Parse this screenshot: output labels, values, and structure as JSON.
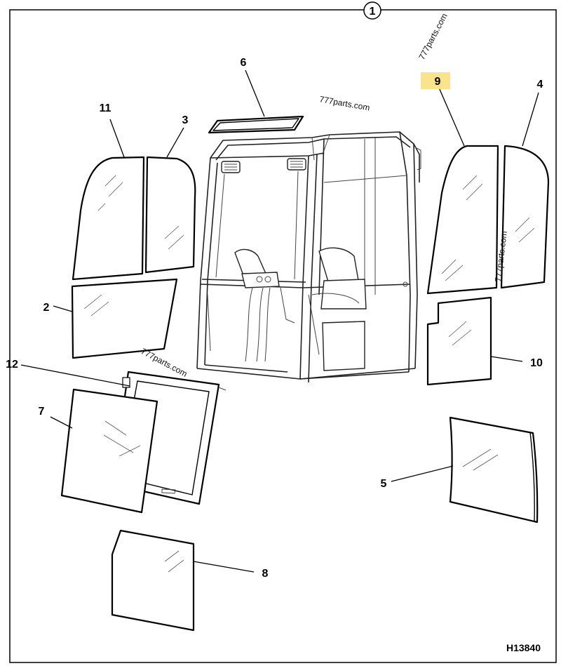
{
  "sheet": {
    "figure_number": "1",
    "drawing_code": "H13840"
  },
  "callouts": {
    "c1": "2",
    "c2": "3",
    "c3": "4",
    "c4": "5",
    "c5": "6",
    "c6": "7",
    "c7": "8",
    "c8": "9",
    "c9": "10",
    "c10": "11",
    "c11": "12"
  },
  "highlight": {
    "callout": "9",
    "color": "#fbe38c"
  },
  "watermarks": {
    "w1": "777parts.com",
    "w2": "777parts.com",
    "w3": "777parts.com",
    "w4": "777parts.com"
  },
  "colors": {
    "line": "#000000",
    "background": "#ffffff"
  }
}
